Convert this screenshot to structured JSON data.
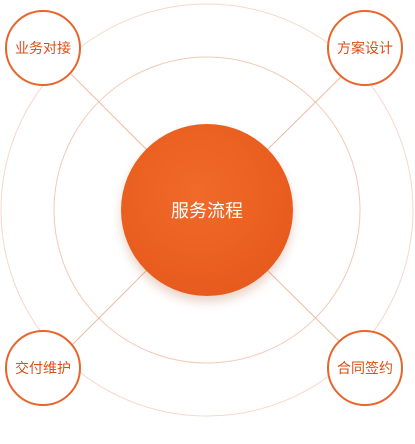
{
  "center": {
    "label": "服务流程"
  },
  "nodes": {
    "top_left": {
      "label": "业务对接"
    },
    "top_right": {
      "label": "方案设计"
    },
    "bottom_left": {
      "label": "交付维护"
    },
    "bottom_right": {
      "label": "合同签约"
    }
  },
  "colors": {
    "accent": "#e8642a",
    "center_fill": "#ea5f20",
    "ring_stroke": "#f3c9b6",
    "text_on_accent": "#ffffff"
  }
}
